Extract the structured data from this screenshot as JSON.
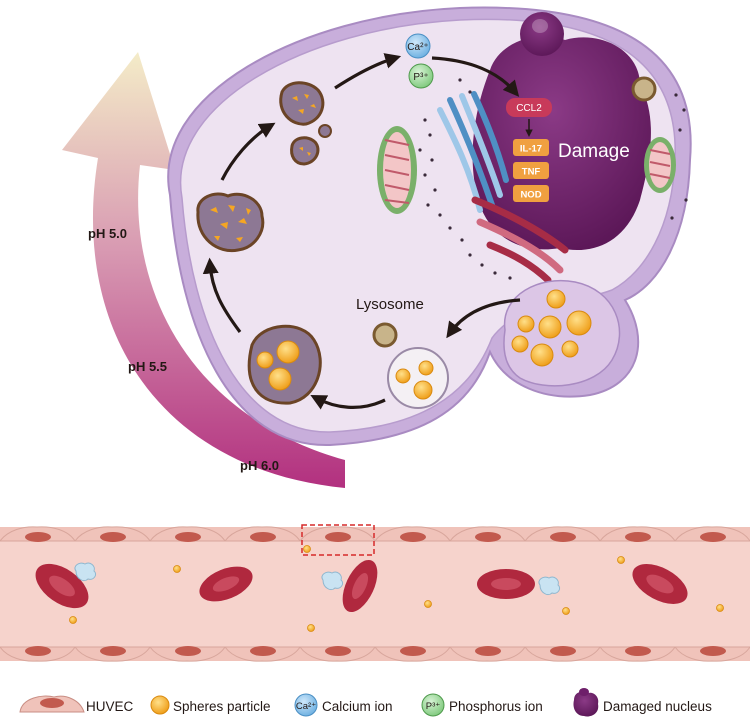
{
  "ph_labels": {
    "ph50": "pH 5.0",
    "ph55": "pH 5.5",
    "ph60": "pH 6.0"
  },
  "ions": {
    "calcium_symbol": "Ca²⁺",
    "phosphorus_symbol": "P³⁺"
  },
  "pathway": {
    "ccl2": "CCL2",
    "il17": "IL-17",
    "tnf": "TNF",
    "nod": "NOD"
  },
  "damage_label": "Damage",
  "lysosome_label": "Lysosome",
  "legend": {
    "huvec": "HUVEC",
    "spheres": "Spheres particle",
    "calcium": "Calcium ion",
    "calcium_symbol": "Ca²⁺",
    "phosphorus": "Phosphorus ion",
    "phosphorus_symbol": "P³⁺",
    "nucleus": "Damaged nucleus"
  },
  "colors": {
    "cell_fill": "#e9dcee",
    "cell_border": "#a98bc2",
    "nucleus": "#6e1f6a",
    "ph_arrow_start": "#b2307f",
    "ph_arrow_end": "#f4ecc8",
    "particle": "#f5a623",
    "vessel": "#f6d3cc",
    "rbc": "#b0283e",
    "ccl2": "#c83a5a",
    "cytokine": "#f0a040"
  }
}
